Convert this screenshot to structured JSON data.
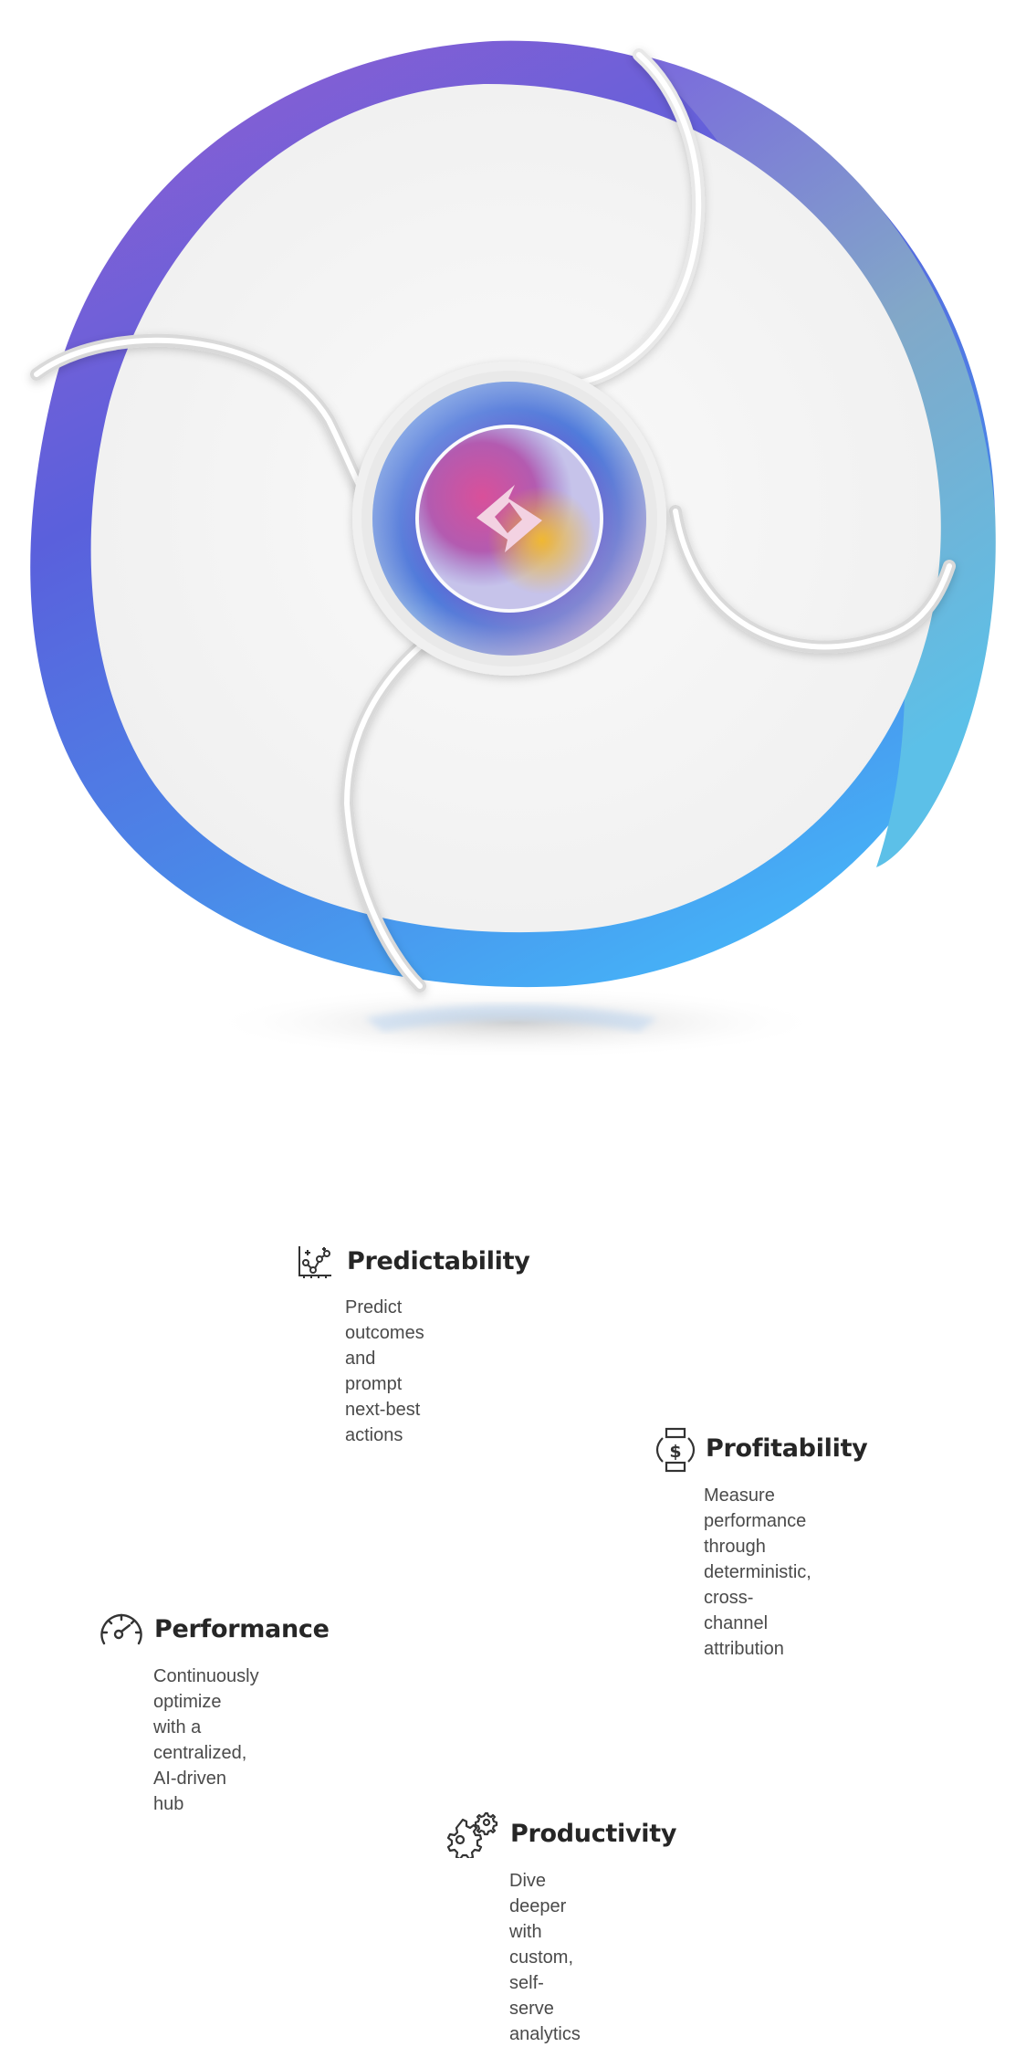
{
  "diagram": {
    "type": "cyclical-petal-wheel",
    "center": {
      "icon": "diamond-star-logo-icon"
    },
    "segments": [
      {
        "id": "predictability",
        "title": "Predictability",
        "description": "Predict outcomes and\nprompt next-best actions",
        "icon": "scatter-chart-icon"
      },
      {
        "id": "profitability",
        "title": "Profitability",
        "description": "Measure performance\nthrough deterministic,\ncross-channel attribution",
        "icon": "dollar-cycle-icon"
      },
      {
        "id": "performance",
        "title": "Performance",
        "description": "Continuously optimize\nwith a centralized,\nAI-driven hub",
        "icon": "speedometer-icon"
      },
      {
        "id": "productivity",
        "title": "Productivity",
        "description": "Dive deeper with custom,\nself-serve analytics",
        "icon": "gears-icon"
      }
    ],
    "colors": {
      "ring_top": "#8a5fd3",
      "ring_left": "#4a63dd",
      "ring_right": "#7fb3c4",
      "ring_bottom": "#45aef5",
      "petal_fill": "#f7f7f7",
      "title_text": "#262626",
      "desc_text": "#4a4a4a"
    }
  }
}
